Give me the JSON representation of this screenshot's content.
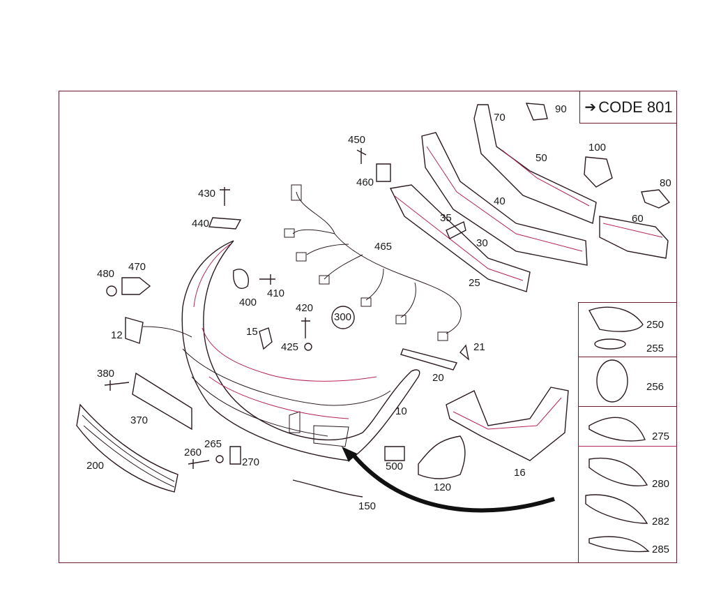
{
  "code_label": "CODE 801",
  "callouts": [
    {
      "id": "c70",
      "text": "70"
    },
    {
      "id": "c90",
      "text": "90"
    },
    {
      "id": "c50",
      "text": "50"
    },
    {
      "id": "c100",
      "text": "100"
    },
    {
      "id": "c80",
      "text": "80"
    },
    {
      "id": "c60",
      "text": "60"
    },
    {
      "id": "c40",
      "text": "40"
    },
    {
      "id": "c450",
      "text": "450"
    },
    {
      "id": "c460",
      "text": "460"
    },
    {
      "id": "c430",
      "text": "430"
    },
    {
      "id": "c440",
      "text": "440"
    },
    {
      "id": "c35",
      "text": "35"
    },
    {
      "id": "c30",
      "text": "30"
    },
    {
      "id": "c465",
      "text": "465"
    },
    {
      "id": "c25",
      "text": "25"
    },
    {
      "id": "c480",
      "text": "480"
    },
    {
      "id": "c470",
      "text": "470"
    },
    {
      "id": "c400",
      "text": "400"
    },
    {
      "id": "c410",
      "text": "410"
    },
    {
      "id": "c420",
      "text": "420"
    },
    {
      "id": "c300",
      "text": "300"
    },
    {
      "id": "c12",
      "text": "12"
    },
    {
      "id": "c15",
      "text": "15"
    },
    {
      "id": "c425",
      "text": "425"
    },
    {
      "id": "c21",
      "text": "21"
    },
    {
      "id": "c20",
      "text": "20"
    },
    {
      "id": "c380",
      "text": "380"
    },
    {
      "id": "c370",
      "text": "370"
    },
    {
      "id": "c10",
      "text": "10"
    },
    {
      "id": "c260",
      "text": "260"
    },
    {
      "id": "c265",
      "text": "265"
    },
    {
      "id": "c270",
      "text": "270"
    },
    {
      "id": "c200",
      "text": "200"
    },
    {
      "id": "c500",
      "text": "500"
    },
    {
      "id": "c120",
      "text": "120"
    },
    {
      "id": "c16",
      "text": "16"
    },
    {
      "id": "c150",
      "text": "150"
    },
    {
      "id": "c250",
      "text": "250"
    },
    {
      "id": "c255",
      "text": "255"
    },
    {
      "id": "c256",
      "text": "256"
    },
    {
      "id": "c275",
      "text": "275"
    },
    {
      "id": "c280",
      "text": "280"
    },
    {
      "id": "c282",
      "text": "282"
    },
    {
      "id": "c285",
      "text": "285"
    }
  ]
}
